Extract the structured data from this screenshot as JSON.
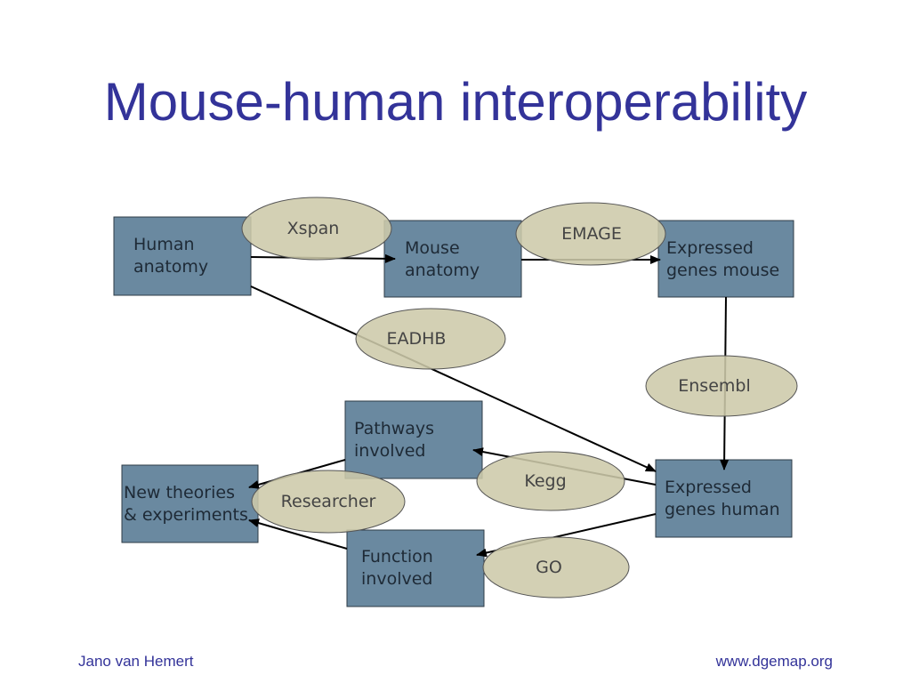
{
  "title": "Mouse-human interoperability",
  "footer": {
    "left": "Jano van Hemert",
    "right": "www.dgemap.org"
  },
  "colors": {
    "title": "#333399",
    "box": "#6a89a0",
    "ellipse": "#cdc9aa"
  },
  "boxes": {
    "human_anatomy": [
      "Human",
      "anatomy"
    ],
    "mouse_anatomy": [
      "Mouse",
      "anatomy"
    ],
    "genes_mouse": [
      "Expressed",
      "genes mouse"
    ],
    "pathways": [
      "Pathways",
      "involved"
    ],
    "theories": [
      "New theories",
      "& experiments"
    ],
    "genes_human": [
      "Expressed",
      "genes human"
    ],
    "function": [
      "Function",
      "involved"
    ]
  },
  "ellipses": {
    "xspan": "Xspan",
    "emage": "EMAGE",
    "eadhb": "EADHB",
    "ensembl": "Ensembl",
    "kegg": "Kegg",
    "researcher": "Researcher",
    "go": "GO"
  }
}
